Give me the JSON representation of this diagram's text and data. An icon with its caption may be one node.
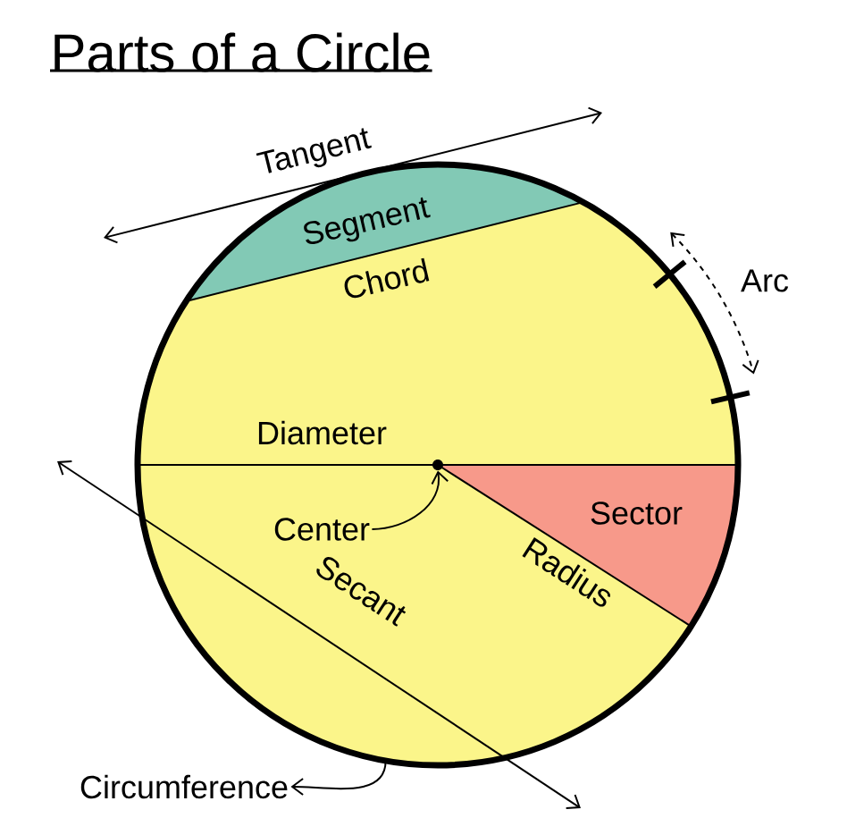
{
  "diagram": {
    "title": "Parts of a Circle",
    "nodes": [
      {
        "text": [],
        "shape": "circle"
      },
      {
        "text": [],
        "shape": "circle",
        "in": 0
      },
      {
        "text": [
          "Center"
        ],
        "in": 0
      },
      {
        "text": [
          "Circumference"
        ]
      }
    ],
    "edges": [
      {
        "from": 2,
        "to": 1,
        "arrow": "to"
      },
      {
        "from": 0,
        "to": 3,
        "arrow": "to"
      }
    ],
    "labels": [
      "Tangent",
      "Segment",
      "Chord",
      "Arc",
      "Diameter",
      "Sector",
      "Radius",
      "Secant"
    ]
  }
}
